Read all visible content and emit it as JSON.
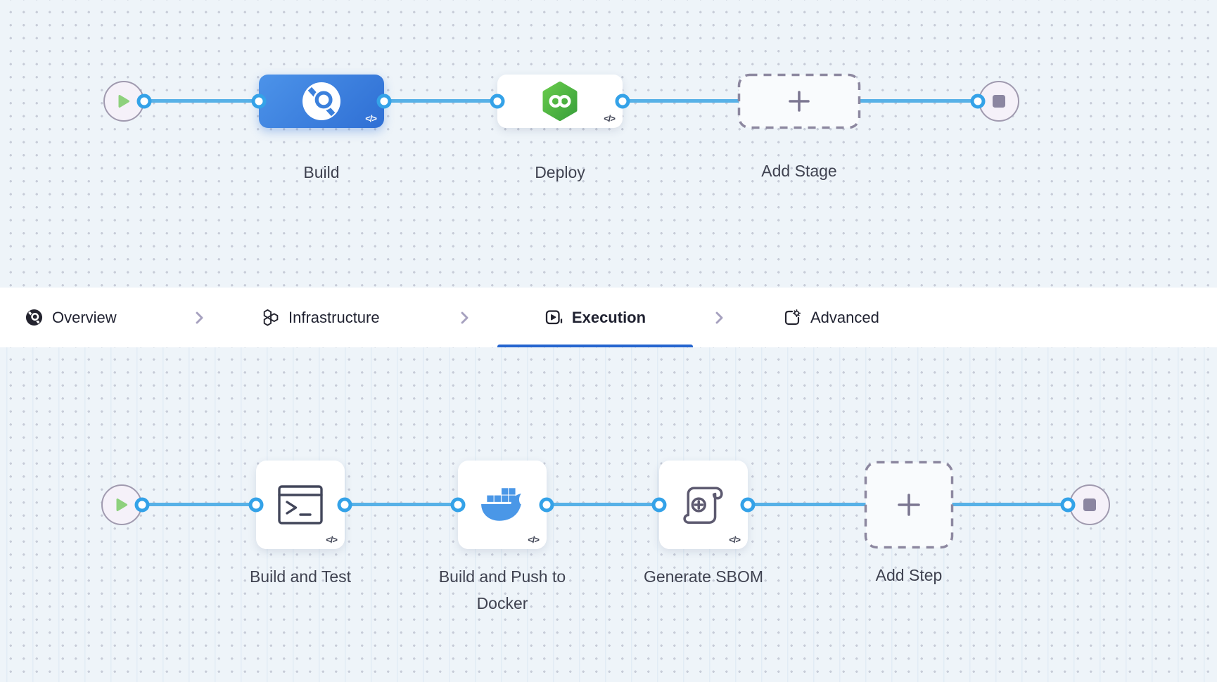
{
  "pipeline": {
    "stages": [
      {
        "label": "Build",
        "icon": "harness-ci-icon",
        "code_toggle": "</>",
        "selected": true
      },
      {
        "label": "Deploy",
        "icon": "harness-cd-icon",
        "code_toggle": "</>",
        "selected": false
      },
      {
        "label": "Add Stage",
        "icon": "plus-icon"
      }
    ],
    "steps": [
      {
        "label": "Build and Test",
        "icon": "terminal-icon",
        "code_toggle": "</>"
      },
      {
        "label": "Build and Push to Docker",
        "icon": "docker-icon",
        "code_toggle": "</>"
      },
      {
        "label": "Generate SBOM",
        "icon": "sbom-scroll-icon",
        "code_toggle": "</>"
      },
      {
        "label": "Add Step",
        "icon": "plus-icon"
      }
    ]
  },
  "tabbar": {
    "tabs": [
      {
        "label": "Overview",
        "icon": "overview-icon",
        "active": false
      },
      {
        "label": "Infrastructure",
        "icon": "infrastructure-icon",
        "active": false
      },
      {
        "label": "Execution",
        "icon": "execution-icon",
        "active": true
      },
      {
        "label": "Advanced",
        "icon": "advanced-icon",
        "active": false
      }
    ]
  },
  "colors": {
    "canvas_bg": "#eef4f9",
    "connector_blue": "#57b1e7",
    "port_blue": "#34a2e8",
    "stage_blue": "#2f6fd4",
    "active_tab_underline": "#2565cf",
    "harness_green": "#4db13f",
    "docker_blue": "#4a97e7",
    "play_green": "#8ed17d",
    "stop_gray": "#8b86a1"
  }
}
